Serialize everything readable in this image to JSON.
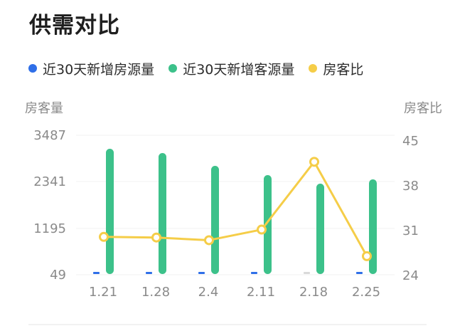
{
  "title": "供需对比",
  "legend": [
    {
      "label": "近30天新增房源量",
      "color": "#2f6fe8"
    },
    {
      "label": "近30天新增客源量",
      "color": "#3cc18a"
    },
    {
      "label": "房客比",
      "color": "#f5cd48"
    }
  ],
  "axes": {
    "left_title": "房客量",
    "right_title": "房客比",
    "left_ticks": [
      "3487",
      "2341",
      "1195",
      "49"
    ],
    "right_ticks": [
      "45",
      "38",
      "31",
      "24"
    ],
    "x_ticks": [
      "1.21",
      "1.28",
      "2.4",
      "2.11",
      "2.18",
      "2.25"
    ]
  },
  "chart_data": {
    "type": "bar",
    "title": "供需对比",
    "categories": [
      "1.21",
      "1.28",
      "2.4",
      "2.11",
      "2.18",
      "2.25"
    ],
    "series": [
      {
        "name": "近30天新增房源量",
        "type": "bar",
        "axis": "left",
        "color": "#2f6fe8",
        "values": [
          100,
          100,
          95,
          85,
          60,
          95
        ]
      },
      {
        "name": "近30天新增客源量",
        "type": "bar",
        "axis": "left",
        "color": "#3cc18a",
        "values": [
          3154,
          3048,
          2733,
          2505,
          2294,
          2399
        ]
      },
      {
        "name": "房客比",
        "type": "line",
        "axis": "right",
        "color": "#f5cd48",
        "values": [
          29.7,
          29.6,
          29.2,
          30.8,
          41.0,
          26.8
        ]
      }
    ],
    "xlabel": "",
    "ylabel": "房客量",
    "y2label": "房客比",
    "ylim": [
      49,
      3487
    ],
    "y2lim": [
      24,
      45
    ],
    "yticks": [
      49,
      1195,
      2341,
      3487
    ],
    "y2ticks": [
      24,
      31,
      38,
      45
    ],
    "grid": true,
    "legend_position": "top"
  }
}
